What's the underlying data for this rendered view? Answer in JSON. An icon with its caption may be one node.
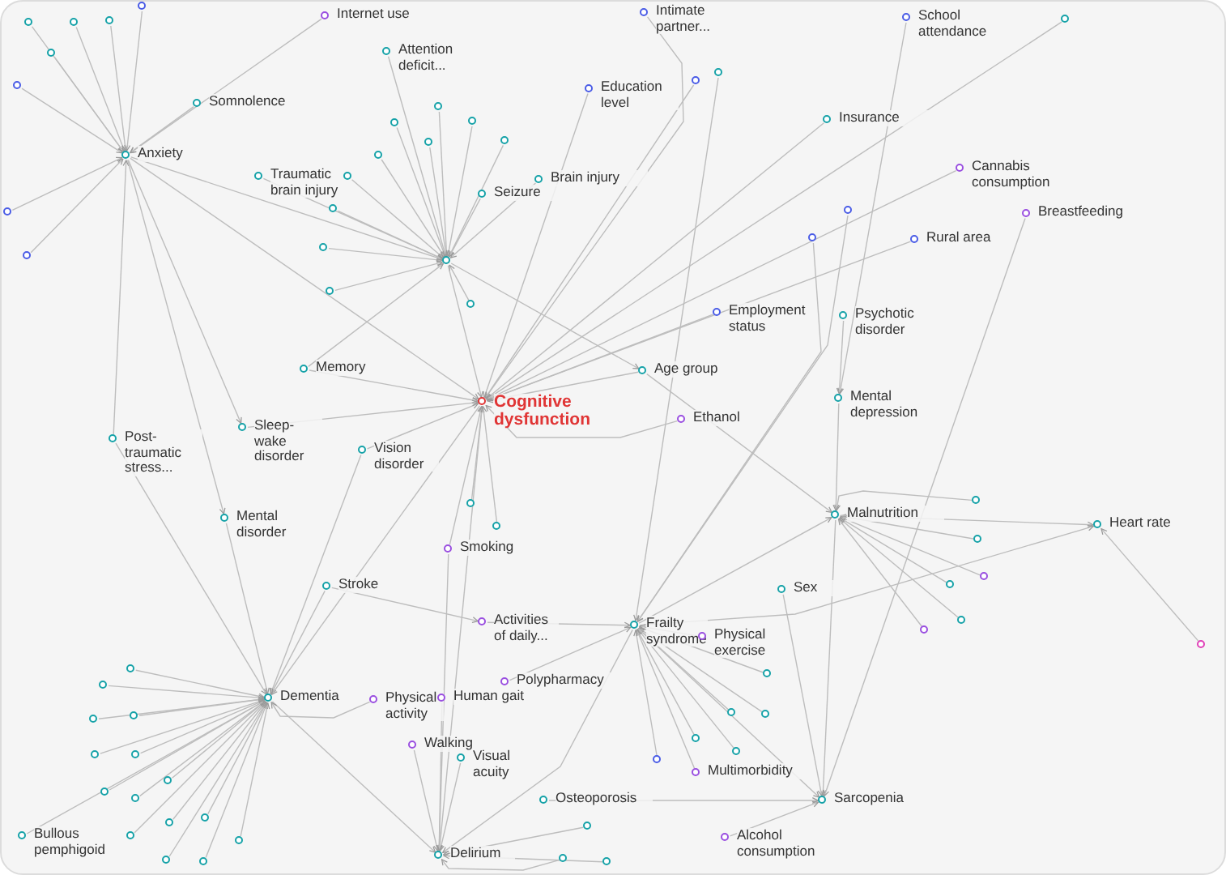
{
  "diagram": {
    "nodes": [
      {
        "text": [
          "Cognitive dysfunction"
        ]
      },
      {
        "text": [
          "Internet use"
        ]
      },
      {
        "text": [
          "Attention deficit..."
        ]
      },
      {
        "text": [
          "Somnolence"
        ]
      },
      {
        "text": [
          "Anxiety"
        ]
      },
      {
        "text": [
          "Education level"
        ]
      },
      {
        "text": [
          "Intimate partner..."
        ]
      },
      {
        "text": [
          "School attendance"
        ]
      },
      {
        "text": [
          "Traumatic brain injury"
        ]
      },
      {
        "text": [
          "Seizure"
        ]
      },
      {
        "text": [
          "Brain injury"
        ]
      },
      {
        "text": [
          "Insurance"
        ]
      },
      {
        "text": [
          "Cannabis consumption"
        ]
      },
      {
        "text": [
          "Breastfeeding"
        ]
      },
      {
        "text": [
          "Rural area"
        ]
      },
      {
        "text": [
          "Employment status"
        ]
      },
      {
        "text": [
          "Psychotic disorder"
        ]
      },
      {
        "text": [
          "Memory"
        ]
      },
      {
        "text": [
          "Age group"
        ]
      },
      {
        "text": [
          "Mental depression"
        ]
      },
      {
        "text": [
          "Ethanol"
        ]
      },
      {
        "text": [
          "Post-traumatic stress..."
        ]
      },
      {
        "text": [
          "Sleep-wake disorder"
        ]
      },
      {
        "text": [
          "Vision disorder"
        ]
      },
      {
        "text": [
          "Mental disorder"
        ]
      },
      {
        "text": [
          "Smoking"
        ]
      },
      {
        "text": [
          "Stroke"
        ]
      },
      {
        "text": [
          "Activities of daily..."
        ]
      },
      {
        "text": [
          "Frailty syndrome"
        ]
      },
      {
        "text": [
          "Physical exercise"
        ]
      },
      {
        "text": [
          "Malnutrition"
        ]
      },
      {
        "text": [
          "Heart rate"
        ]
      },
      {
        "text": [
          "Sex"
        ]
      },
      {
        "text": [
          "Polypharmacy"
        ]
      },
      {
        "text": [
          "Dementia"
        ]
      },
      {
        "text": [
          "Physical activity"
        ]
      },
      {
        "text": [
          "Human gait"
        ]
      },
      {
        "text": [
          "Walking"
        ]
      },
      {
        "text": [
          "Visual acuity"
        ]
      },
      {
        "text": [
          "Multimorbidity"
        ]
      },
      {
        "text": [
          "Osteoporosis"
        ]
      },
      {
        "text": [
          "Sarcopenia"
        ]
      },
      {
        "text": [
          "Alcohol consumption"
        ]
      },
      {
        "text": [
          "Bullous pemphigoid"
        ]
      },
      {
        "text": [
          "Delirium"
        ]
      },
      {
        "text": [],
        "shape": "circle"
      },
      {
        "text": [],
        "shape": "circle"
      },
      {
        "text": [],
        "shape": "circle"
      },
      {
        "text": [],
        "shape": "circle"
      },
      {
        "text": [],
        "shape": "circle"
      },
      {
        "text": [],
        "shape": "circle"
      },
      {
        "text": [],
        "shape": "circle"
      },
      {
        "text": [],
        "shape": "circle"
      },
      {
        "text": [],
        "shape": "circle"
      },
      {
        "text": [],
        "shape": "circle"
      },
      {
        "text": [],
        "shape": "circle"
      },
      {
        "text": [],
        "shape": "circle"
      },
      {
        "text": [],
        "shape": "circle"
      },
      {
        "text": [],
        "shape": "circle"
      },
      {
        "text": [],
        "shape": "circle"
      },
      {
        "text": [],
        "shape": "circle"
      },
      {
        "text": [],
        "shape": "circle"
      },
      {
        "text": [],
        "shape": "circle"
      },
      {
        "text": [],
        "shape": "circle"
      },
      {
        "text": [],
        "shape": "circle"
      },
      {
        "text": [],
        "shape": "circle"
      },
      {
        "text": [],
        "shape": "circle"
      },
      {
        "text": [],
        "shape": "circle"
      },
      {
        "text": [],
        "shape": "circle"
      },
      {
        "text": [],
        "shape": "circle"
      },
      {
        "text": [],
        "shape": "circle"
      },
      {
        "text": [],
        "shape": "circle"
      },
      {
        "text": [],
        "shape": "circle"
      },
      {
        "text": [],
        "shape": "circle"
      },
      {
        "text": [],
        "shape": "circle"
      },
      {
        "text": [],
        "shape": "circle"
      },
      {
        "text": [],
        "shape": "circle"
      },
      {
        "text": [],
        "shape": "circle"
      },
      {
        "text": [],
        "shape": "circle"
      },
      {
        "text": [],
        "shape": "circle"
      },
      {
        "text": [],
        "shape": "circle"
      },
      {
        "text": [],
        "shape": "circle"
      },
      {
        "text": [],
        "shape": "circle"
      },
      {
        "text": [],
        "shape": "circle"
      },
      {
        "text": [],
        "shape": "circle"
      },
      {
        "text": [],
        "shape": "circle"
      },
      {
        "text": [],
        "shape": "circle"
      },
      {
        "text": [],
        "shape": "circle"
      },
      {
        "text": [],
        "shape": "circle"
      },
      {
        "text": [],
        "shape": "circle"
      },
      {
        "text": [],
        "shape": "circle"
      },
      {
        "text": [],
        "shape": "circle"
      },
      {
        "text": [],
        "shape": "circle"
      },
      {
        "text": [],
        "shape": "circle"
      },
      {
        "text": [],
        "shape": "circle"
      },
      {
        "text": [],
        "shape": "circle"
      },
      {
        "text": [],
        "shape": "circle"
      },
      {
        "text": [],
        "shape": "circle"
      },
      {
        "text": [],
        "shape": "circle"
      },
      {
        "text": [],
        "shape": "circle"
      },
      {
        "text": [],
        "shape": "circle"
      },
      {
        "text": [],
        "shape": "circle"
      },
      {
        "text": [],
        "shape": "circle"
      }
    ],
    "edges": [
      {
        "from": 54,
        "to": 45,
        "arrow": "to"
      },
      {
        "from": 55,
        "to": 45,
        "arrow": "to"
      },
      {
        "from": 56,
        "to": 45,
        "arrow": "to"
      },
      {
        "from": 57,
        "to": 45,
        "arrow": "to"
      },
      {
        "from": 58,
        "to": 45,
        "arrow": "to"
      },
      {
        "from": 59,
        "to": 45,
        "arrow": "to"
      },
      {
        "from": 60,
        "to": 45,
        "arrow": "to"
      },
      {
        "from": 61,
        "to": 45,
        "arrow": "to"
      },
      {
        "from": 62,
        "to": 45,
        "arrow": "to"
      },
      {
        "from": 63,
        "to": 45,
        "arrow": "to"
      },
      {
        "from": 64,
        "to": 45,
        "arrow": "to"
      },
      {
        "from": 8,
        "to": 45,
        "arrow": "to"
      },
      {
        "from": 9,
        "to": 45,
        "arrow": "to"
      },
      {
        "from": 10,
        "to": 45,
        "arrow": "to"
      },
      {
        "from": 2,
        "to": 45,
        "arrow": "to"
      },
      {
        "from": 45,
        "to": 0,
        "arrow": "to"
      },
      {
        "from": 17,
        "to": 45,
        "arrow": "to"
      },
      {
        "from": 4,
        "to": 45,
        "arrow": "to"
      },
      {
        "from": 45,
        "to": 18,
        "arrow": "to"
      },
      {
        "from": 46,
        "to": 4,
        "arrow": "to"
      },
      {
        "from": 47,
        "to": 4,
        "arrow": "to"
      },
      {
        "from": 48,
        "to": 4,
        "arrow": "to"
      },
      {
        "from": 49,
        "to": 4,
        "arrow": "to"
      },
      {
        "from": 50,
        "to": 4,
        "arrow": "to"
      },
      {
        "from": 51,
        "to": 4,
        "arrow": "to"
      },
      {
        "from": 52,
        "to": 4,
        "arrow": "to"
      },
      {
        "from": 53,
        "to": 4,
        "arrow": "to"
      },
      {
        "from": 3,
        "to": 4,
        "arrow": "to"
      },
      {
        "from": 1,
        "to": 4,
        "arrow": "to"
      },
      {
        "from": 21,
        "to": 4,
        "arrow": "to"
      },
      {
        "from": 4,
        "to": 24,
        "arrow": "to"
      },
      {
        "from": 4,
        "to": 22,
        "arrow": "to"
      },
      {
        "from": 4,
        "to": 0,
        "arrow": "to"
      },
      {
        "from": 72,
        "to": 34,
        "arrow": "to"
      },
      {
        "from": 73,
        "to": 34,
        "arrow": "to"
      },
      {
        "from": 74,
        "to": 34,
        "arrow": "to"
      },
      {
        "from": 75,
        "to": 34,
        "arrow": "to"
      },
      {
        "from": 76,
        "to": 34,
        "arrow": "to"
      },
      {
        "from": 77,
        "to": 34,
        "arrow": "to"
      },
      {
        "from": 78,
        "to": 34,
        "arrow": "to"
      },
      {
        "from": 79,
        "to": 34,
        "arrow": "to"
      },
      {
        "from": 80,
        "to": 34,
        "arrow": "to"
      },
      {
        "from": 81,
        "to": 34,
        "arrow": "to"
      },
      {
        "from": 82,
        "to": 34,
        "arrow": "to"
      },
      {
        "from": 83,
        "to": 34,
        "arrow": "to"
      },
      {
        "from": 84,
        "to": 34,
        "arrow": "to"
      },
      {
        "from": 85,
        "to": 34,
        "arrow": "to"
      },
      {
        "from": 86,
        "to": 34,
        "arrow": "to"
      },
      {
        "from": 26,
        "to": 34,
        "arrow": "to"
      },
      {
        "from": 34,
        "to": 44,
        "arrow": "to"
      },
      {
        "from": 24,
        "to": 34,
        "arrow": "to"
      },
      {
        "from": 21,
        "to": 34,
        "arrow": "to"
      },
      {
        "from": 23,
        "to": 34,
        "arrow": "to"
      },
      {
        "from": 43,
        "to": 34,
        "arrow": "to"
      },
      {
        "from": 35,
        "to": 34,
        "arrow": "to"
      },
      {
        "from": 0,
        "to": 34,
        "arrow": "to"
      },
      {
        "from": 90,
        "to": 30,
        "arrow": "to"
      },
      {
        "from": 91,
        "to": 30,
        "arrow": "to"
      },
      {
        "from": 92,
        "to": 30,
        "arrow": "to"
      },
      {
        "from": 93,
        "to": 30,
        "arrow": "to"
      },
      {
        "from": 94,
        "to": 30,
        "arrow": "to"
      },
      {
        "from": 95,
        "to": 30,
        "arrow": "to"
      },
      {
        "from": 96,
        "to": 31,
        "arrow": "to"
      },
      {
        "from": 30,
        "to": 31,
        "arrow": "to"
      },
      {
        "from": 28,
        "to": 31,
        "arrow": "to"
      },
      {
        "from": 28,
        "to": 30,
        "arrow": "to"
      },
      {
        "from": 30,
        "to": 41,
        "arrow": "to"
      },
      {
        "from": 32,
        "to": 41,
        "arrow": "to"
      },
      {
        "from": 19,
        "to": 30,
        "arrow": "to"
      },
      {
        "from": 18,
        "to": 30,
        "arrow": "to"
      },
      {
        "from": 97,
        "to": 28,
        "arrow": "to"
      },
      {
        "from": 98,
        "to": 28,
        "arrow": "to"
      },
      {
        "from": 99,
        "to": 28,
        "arrow": "to"
      },
      {
        "from": 100,
        "to": 28,
        "arrow": "to"
      },
      {
        "from": 101,
        "to": 28,
        "arrow": "to"
      },
      {
        "from": 102,
        "to": 28,
        "arrow": "to"
      },
      {
        "from": 29,
        "to": 28,
        "arrow": "to"
      },
      {
        "from": 28,
        "to": 41,
        "arrow": "to"
      },
      {
        "from": 28,
        "to": 44,
        "arrow": "to"
      },
      {
        "from": 27,
        "to": 28,
        "arrow": "to"
      },
      {
        "from": 33,
        "to": 28,
        "arrow": "to"
      },
      {
        "from": 39,
        "to": 28,
        "arrow": "to"
      },
      {
        "from": 40,
        "to": 41,
        "arrow": "to"
      },
      {
        "from": 42,
        "to": 41,
        "arrow": "to"
      },
      {
        "from": 87,
        "to": 44,
        "arrow": "to"
      },
      {
        "from": 88,
        "to": 44,
        "arrow": "to"
      },
      {
        "from": 89,
        "to": 44,
        "arrow": "to"
      },
      {
        "from": 37,
        "to": 44,
        "arrow": "to"
      },
      {
        "from": 38,
        "to": 44,
        "arrow": "to"
      },
      {
        "from": 36,
        "to": 44,
        "arrow": "to"
      },
      {
        "from": 25,
        "to": 44,
        "arrow": "to"
      },
      {
        "from": 0,
        "to": 44,
        "arrow": "to"
      },
      {
        "from": 17,
        "to": 0,
        "arrow": "to"
      },
      {
        "from": 18,
        "to": 0,
        "arrow": "to"
      },
      {
        "from": 15,
        "to": 0,
        "arrow": "to"
      },
      {
        "from": 5,
        "to": 0,
        "arrow": "to"
      },
      {
        "from": 6,
        "to": 0,
        "arrow": "to"
      },
      {
        "from": 20,
        "to": 0,
        "arrow": "to"
      },
      {
        "from": 25,
        "to": 0,
        "arrow": "to"
      },
      {
        "from": 23,
        "to": 0,
        "arrow": "to"
      },
      {
        "from": 22,
        "to": 0,
        "arrow": "to"
      },
      {
        "from": 70,
        "to": 0,
        "arrow": "to"
      },
      {
        "from": 71,
        "to": 0,
        "arrow": "to"
      },
      {
        "from": 11,
        "to": 0,
        "arrow": "to"
      },
      {
        "from": 14,
        "to": 0,
        "arrow": "to"
      },
      {
        "from": 12,
        "to": 0,
        "arrow": "to"
      },
      {
        "from": 65,
        "to": 0,
        "arrow": "to"
      },
      {
        "from": 66,
        "to": 28,
        "arrow": "to"
      },
      {
        "from": 67,
        "to": 0,
        "arrow": "to"
      },
      {
        "from": 68,
        "to": 28,
        "arrow": "to"
      },
      {
        "from": 69,
        "to": 28,
        "arrow": "to"
      },
      {
        "from": 7,
        "to": 19,
        "arrow": "to"
      },
      {
        "from": 13,
        "to": 41,
        "arrow": "to"
      },
      {
        "from": 16,
        "to": 19,
        "arrow": "to"
      },
      {
        "from": 26,
        "to": 27,
        "arrow": "to"
      }
    ]
  }
}
